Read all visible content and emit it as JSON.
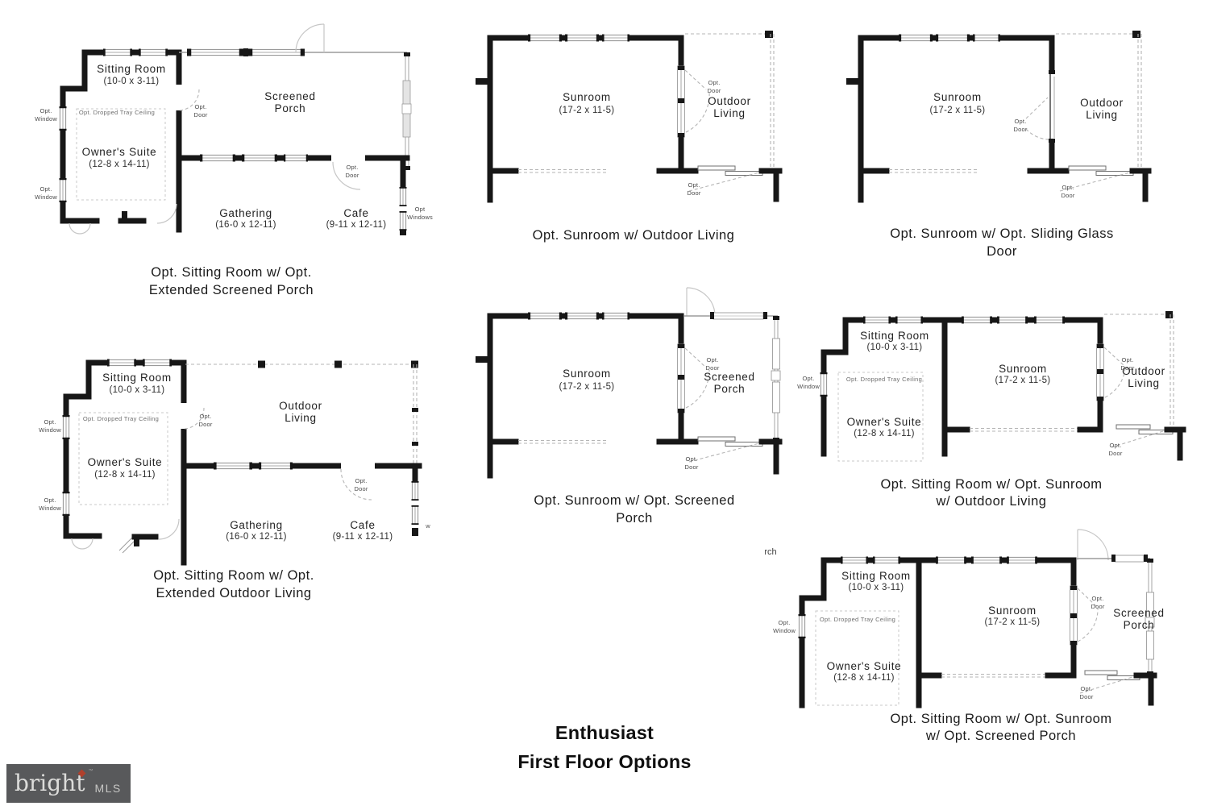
{
  "title": {
    "line1": "Enthusiast",
    "line2": "First Floor Options"
  },
  "logo": {
    "brand": "bright",
    "tm": "™",
    "mls": "MLS",
    "bg_color": "#58595b",
    "accent_color": "#b0402c"
  },
  "shared": {
    "opt_window": "Opt. Window",
    "opt_windows": "Opt Windows",
    "opt_door": "Opt. Door",
    "opt_tray": "Opt. Dropped Tray Ceiling",
    "w_label": "w",
    "stray_rch": "rch"
  },
  "rooms": {
    "sitting": {
      "name": "Sitting Room",
      "dims": "(10-0 x 3-11)"
    },
    "owners": {
      "name": "Owner's Suite",
      "dims": "(12-8 x 14-11)"
    },
    "sunroom": {
      "name": "Sunroom",
      "dims": "(17-2 x 11-5)"
    },
    "gathering": {
      "name": "Gathering",
      "dims": "(16-0 x 12-11)"
    },
    "cafe": {
      "name": "Cafe",
      "dims": "(9-11 x 12-11)"
    },
    "screened_porch": {
      "name": "Screened Porch"
    },
    "outdoor_living": {
      "name": "Outdoor Living"
    }
  },
  "plans": [
    {
      "caption_line1": "Opt. Sitting Room w/ Opt.",
      "caption_line2": "Extended Screened Porch"
    },
    {
      "caption_line1": "Opt. Sunroom w/ Outdoor Living"
    },
    {
      "caption_line1": "Opt. Sunroom w/ Opt. Sliding Glass",
      "caption_line2": "Door"
    },
    {
      "caption_line1": "Opt. Sitting Room w/ Opt.",
      "caption_line2": "Extended Outdoor Living"
    },
    {
      "caption_line1": "Opt. Sunroom w/ Opt. Screened",
      "caption_line2": "Porch"
    },
    {
      "caption_line1": "Opt. Sitting Room w/ Opt. Sunroom",
      "caption_line2": "w/ Outdoor Living"
    },
    {
      "caption_line1": "Opt. Sitting Room w/ Opt. Sunroom",
      "caption_line2": "w/ Opt. Screened Porch"
    }
  ]
}
